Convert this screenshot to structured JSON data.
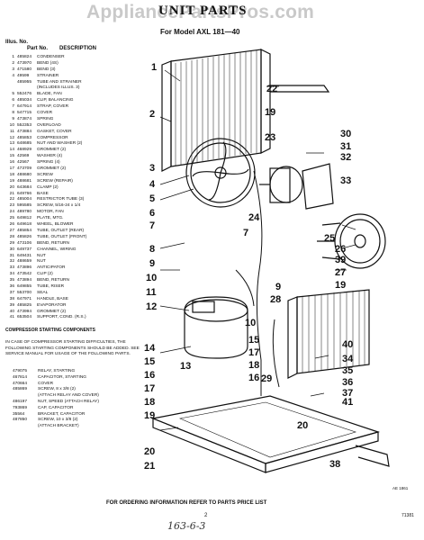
{
  "watermark": "AppliancePartsPros.com",
  "title": "UNIT PARTS",
  "subtitle": "For Model AXL 181—40",
  "header": {
    "illus_no": "Illus. No.",
    "part_no": "Part No.",
    "description": "DESCRIPTION"
  },
  "parts": [
    {
      "no": "1",
      "part": "485824",
      "desc": "CONDENSER"
    },
    {
      "no": "2",
      "part": "473970",
      "desc": "BEND (4S)"
    },
    {
      "no": "3",
      "part": "471580",
      "desc": "BEND (3)"
    },
    {
      "no": "4",
      "part": "49599",
      "desc": "STRAINER"
    },
    {
      "no": "",
      "part": "485955",
      "desc": "TUBE AND STRAINER"
    },
    {
      "no": "",
      "part": "",
      "desc": "(INCLUDES ILLUS. 3)"
    },
    {
      "no": "5",
      "part": "552476",
      "desc": "BLADE, FAN"
    },
    {
      "no": "6",
      "part": "485034",
      "desc": "CLIP, BALANCING"
    },
    {
      "no": "7",
      "part": "647914",
      "desc": "STRAP, COVER"
    },
    {
      "no": "8",
      "part": "547715",
      "desc": "COVER"
    },
    {
      "no": "9",
      "part": "473874",
      "desc": "SPRING"
    },
    {
      "no": "10",
      "part": "552353",
      "desc": "OVERLOAD"
    },
    {
      "no": "11",
      "part": "473884",
      "desc": "GASKET, COVER"
    },
    {
      "no": "12",
      "part": "485853",
      "desc": "COMPRESSOR"
    },
    {
      "no": "13",
      "part": "648685",
      "desc": "NUT AND WASHER (2)"
    },
    {
      "no": "14",
      "part": "468929",
      "desc": "GROMMET (2)"
    },
    {
      "no": "15",
      "part": "42569",
      "desc": "WASHER (4)"
    },
    {
      "no": "16",
      "part": "42567",
      "desc": "SPRING (4)"
    },
    {
      "no": "17",
      "part": "473709",
      "desc": "GROMMET (2)"
    },
    {
      "no": "18",
      "part": "488680",
      "desc": "SCREW"
    },
    {
      "no": "19",
      "part": "488681",
      "desc": "SCREW (REPAIR)"
    },
    {
      "no": "20",
      "part": "643684",
      "desc": "CLAMP (2)"
    },
    {
      "no": "21",
      "part": "649766",
      "desc": "BASE"
    },
    {
      "no": "22",
      "part": "485004",
      "desc": "RESTRICTOR TUBE (3)"
    },
    {
      "no": "23",
      "part": "595585",
      "desc": "SCREW, 5/16-24 x 1/4"
    },
    {
      "no": "24",
      "part": "489780",
      "desc": "MOTOR, FAN"
    },
    {
      "no": "25",
      "part": "649812",
      "desc": "PLATE, MTG."
    },
    {
      "no": "26",
      "part": "649618",
      "desc": "WHEEL, BLOWER"
    },
    {
      "no": "27",
      "part": "485854",
      "desc": "TUBE, OUTLET (REAR)"
    },
    {
      "no": "28",
      "part": "485826",
      "desc": "TUBE, OUTLET (FRONT)"
    },
    {
      "no": "29",
      "part": "473106",
      "desc": "BEND, RETURN"
    },
    {
      "no": "30",
      "part": "649737",
      "desc": "CHANNEL, WIRING"
    },
    {
      "no": "31",
      "part": "649431",
      "desc": "NUT"
    },
    {
      "no": "32",
      "part": "488659",
      "desc": "NUT"
    },
    {
      "no": "33",
      "part": "473896",
      "desc": "ANTICIPATOR"
    },
    {
      "no": "34",
      "part": "473542",
      "desc": "CLIP (2)"
    },
    {
      "no": "35",
      "part": "473894",
      "desc": "BEND, RETURN"
    },
    {
      "no": "36",
      "part": "649855",
      "desc": "TUBE, RISER"
    },
    {
      "no": "37",
      "part": "553700",
      "desc": "SEAL"
    },
    {
      "no": "38",
      "part": "647971",
      "desc": "HANDLE, BASE"
    },
    {
      "no": "39",
      "part": "485825",
      "desc": "EVAPORATOR"
    },
    {
      "no": "40",
      "part": "473994",
      "desc": "GROMMET (2)"
    },
    {
      "no": "41",
      "part": "653504",
      "desc": "SUPPORT, COND. (R.S.)"
    }
  ],
  "compressor_section": {
    "heading": "COMPRESSOR STARTING COMPONENTS",
    "notice": "IN CASE OF COMPRESSOR STARTING DIFFICULTIES, THE FOLLOWING STARTING COMPONENTS SHOULD BE ADDED. SEE SERVICE MANUAL FOR USAGE OF THE FOLLOWING PARTS.",
    "items": [
      {
        "part": "479075",
        "desc": "RELAY, STARTING"
      },
      {
        "part": "467814",
        "desc": "CAPACITOR, STARTING"
      },
      {
        "part": "470664",
        "desc": "COVER"
      },
      {
        "part": "485869",
        "desc": "SCREW, 8 x 3/8 (2)\n(ATTACH RELAY AND COVER)"
      },
      {
        "part": "486197",
        "desc": "NUT, SPEED (ATTACH RELAY)"
      },
      {
        "part": "793869",
        "desc": "CAP, CAPACITOR"
      },
      {
        "part": "35564",
        "desc": "BRACKET, CAPACITOR"
      },
      {
        "part": "487850",
        "desc": "SCREW, 10 x 3/8 (2)\n(ATTACH BRACKET)"
      }
    ]
  },
  "callouts": [
    "1",
    "2",
    "3",
    "4",
    "5",
    "6",
    "7",
    "8",
    "9",
    "10",
    "11",
    "12",
    "13",
    "14",
    "15",
    "16",
    "17",
    "18",
    "19",
    "20",
    "21",
    "22",
    "23",
    "24",
    "25",
    "26",
    "27",
    "28",
    "29",
    "30",
    "31",
    "32",
    "33",
    "34",
    "35",
    "36",
    "37",
    "38",
    "39",
    "40",
    "41",
    "19",
    "20",
    "10",
    "17",
    "18",
    "15",
    "16",
    "7",
    "9",
    "19"
  ],
  "diagram_code": "AE 1861",
  "footer": "FOR ORDERING INFORMATION REFER TO PARTS PRICE LIST",
  "page_number": "2",
  "ref_code": "71381",
  "handwritten": "163-6-3"
}
